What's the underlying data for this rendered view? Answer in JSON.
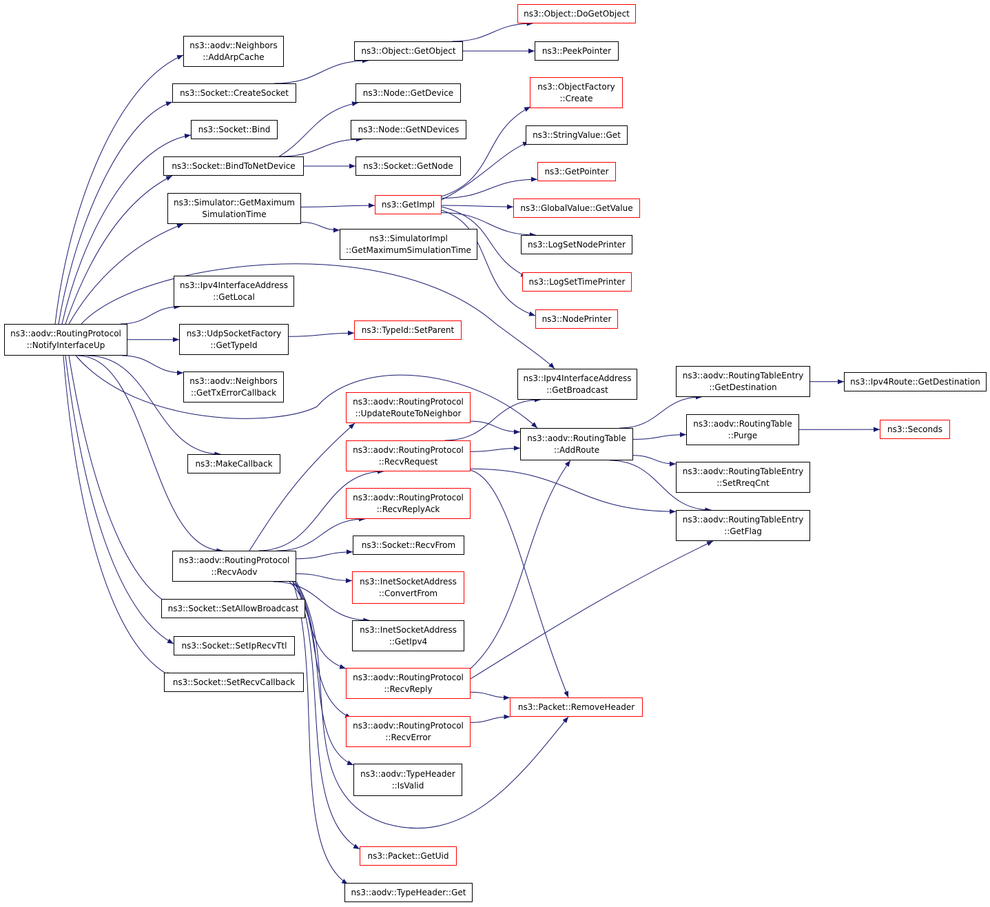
{
  "colors": {
    "edge": "#191970",
    "node_border": "#000000",
    "external_border": "#ff0000",
    "root_fill": "#bfbfbf"
  },
  "nodes": {
    "root": {
      "lines": [
        "ns3::aodv::RoutingProtocol",
        "::NotifyInterfaceUp"
      ],
      "style": "root"
    },
    "addArpCache": {
      "lines": [
        "ns3::aodv::Neighbors",
        "::AddArpCache"
      ],
      "style": "normal"
    },
    "createSocket": {
      "lines": [
        "ns3::Socket::CreateSocket"
      ],
      "style": "normal"
    },
    "bind": {
      "lines": [
        "ns3::Socket::Bind"
      ],
      "style": "normal"
    },
    "bindToNetDevice": {
      "lines": [
        "ns3::Socket::BindToNetDevice"
      ],
      "style": "normal"
    },
    "getMaxSimTime": {
      "lines": [
        "ns3::Simulator::GetMaximum",
        "SimulationTime"
      ],
      "style": "normal"
    },
    "ipv4GetLocal": {
      "lines": [
        "ns3::Ipv4InterfaceAddress",
        "::GetLocal"
      ],
      "style": "normal"
    },
    "udpGetTypeId": {
      "lines": [
        "ns3::UdpSocketFactory",
        "::GetTypeId"
      ],
      "style": "normal"
    },
    "getTxErrorCb": {
      "lines": [
        "ns3::aodv::Neighbors",
        "::GetTxErrorCallback"
      ],
      "style": "normal"
    },
    "makeCallback": {
      "lines": [
        "ns3::MakeCallback"
      ],
      "style": "normal"
    },
    "recvAodv": {
      "lines": [
        "ns3::aodv::RoutingProtocol",
        "::RecvAodv"
      ],
      "style": "normal"
    },
    "setAllowBroadcast": {
      "lines": [
        "ns3::Socket::SetAllowBroadcast"
      ],
      "style": "normal"
    },
    "setIpRecvTtl": {
      "lines": [
        "ns3::Socket::SetIpRecvTtl"
      ],
      "style": "normal"
    },
    "setRecvCallback": {
      "lines": [
        "ns3::Socket::SetRecvCallback"
      ],
      "style": "normal"
    },
    "objectGetObject": {
      "lines": [
        "ns3::Object::GetObject"
      ],
      "style": "normal"
    },
    "nodeGetDevice": {
      "lines": [
        "ns3::Node::GetDevice"
      ],
      "style": "normal"
    },
    "nodeGetNDevices": {
      "lines": [
        "ns3::Node::GetNDevices"
      ],
      "style": "normal"
    },
    "socketGetNode": {
      "lines": [
        "ns3::Socket::GetNode"
      ],
      "style": "normal"
    },
    "getImpl": {
      "lines": [
        "ns3::GetImpl"
      ],
      "style": "red"
    },
    "simImplGetMax": {
      "lines": [
        "ns3::SimulatorImpl",
        "::GetMaximumSimulationTime"
      ],
      "style": "normal"
    },
    "typeIdSetParent": {
      "lines": [
        "ns3::TypeId::SetParent"
      ],
      "style": "red"
    },
    "updateRouteToNeighbor": {
      "lines": [
        "ns3::aodv::RoutingProtocol",
        "::UpdateRouteToNeighbor"
      ],
      "style": "red"
    },
    "recvRequest": {
      "lines": [
        "ns3::aodv::RoutingProtocol",
        "::RecvRequest"
      ],
      "style": "red"
    },
    "recvReplyAck": {
      "lines": [
        "ns3::aodv::RoutingProtocol",
        "::RecvReplyAck"
      ],
      "style": "red"
    },
    "socketRecvFrom": {
      "lines": [
        "ns3::Socket::RecvFrom"
      ],
      "style": "normal"
    },
    "inetConvertFrom": {
      "lines": [
        "ns3::InetSocketAddress",
        "::ConvertFrom"
      ],
      "style": "red"
    },
    "inetGetIpv4": {
      "lines": [
        "ns3::InetSocketAddress",
        "::GetIpv4"
      ],
      "style": "normal"
    },
    "recvReply": {
      "lines": [
        "ns3::aodv::RoutingProtocol",
        "::RecvReply"
      ],
      "style": "red"
    },
    "recvError": {
      "lines": [
        "ns3::aodv::RoutingProtocol",
        "::RecvError"
      ],
      "style": "red"
    },
    "typeHeaderIsValid": {
      "lines": [
        "ns3::aodv::TypeHeader",
        "::IsValid"
      ],
      "style": "normal"
    },
    "packetGetUid": {
      "lines": [
        "ns3::Packet::GetUid"
      ],
      "style": "red"
    },
    "typeHeaderGet": {
      "lines": [
        "ns3::aodv::TypeHeader::Get"
      ],
      "style": "normal"
    },
    "objectDoGetObject": {
      "lines": [
        "ns3::Object::DoGetObject"
      ],
      "style": "red"
    },
    "peekPointer": {
      "lines": [
        "ns3::PeekPointer"
      ],
      "style": "normal"
    },
    "objectFactoryCreate": {
      "lines": [
        "ns3::ObjectFactory",
        "::Create"
      ],
      "style": "red"
    },
    "stringValueGet": {
      "lines": [
        "ns3::StringValue::Get"
      ],
      "style": "normal"
    },
    "getPointer": {
      "lines": [
        "ns3::GetPointer"
      ],
      "style": "red"
    },
    "globalValueGetValue": {
      "lines": [
        "ns3::GlobalValue::GetValue"
      ],
      "style": "red"
    },
    "logSetNodePrinter": {
      "lines": [
        "ns3::LogSetNodePrinter"
      ],
      "style": "normal"
    },
    "logSetTimePrinter": {
      "lines": [
        "ns3::LogSetTimePrinter"
      ],
      "style": "red"
    },
    "nodePrinter": {
      "lines": [
        "ns3::NodePrinter"
      ],
      "style": "red"
    },
    "ipv4GetBroadcast": {
      "lines": [
        "ns3::Ipv4InterfaceAddress",
        "::GetBroadcast"
      ],
      "style": "normal"
    },
    "routingTableAddRoute": {
      "lines": [
        "ns3::aodv::RoutingTable",
        "::AddRoute"
      ],
      "style": "normal"
    },
    "packetRemoveHeader": {
      "lines": [
        "ns3::Packet::RemoveHeader"
      ],
      "style": "red"
    },
    "rteGetDestination": {
      "lines": [
        "ns3::aodv::RoutingTableEntry",
        "::GetDestination"
      ],
      "style": "normal"
    },
    "routingTablePurge": {
      "lines": [
        "ns3::aodv::RoutingTable",
        "::Purge"
      ],
      "style": "normal"
    },
    "rteSetRreqCnt": {
      "lines": [
        "ns3::aodv::RoutingTableEntry",
        "::SetRreqCnt"
      ],
      "style": "normal"
    },
    "rteGetFlag": {
      "lines": [
        "ns3::aodv::RoutingTableEntry",
        "::GetFlag"
      ],
      "style": "normal"
    },
    "ipv4RouteGetDestination": {
      "lines": [
        "ns3::Ipv4Route::GetDestination"
      ],
      "style": "normal"
    },
    "seconds": {
      "lines": [
        "ns3::Seconds"
      ],
      "style": "red"
    }
  },
  "edges": [
    [
      "root",
      "addArpCache"
    ],
    [
      "root",
      "createSocket"
    ],
    [
      "root",
      "bind"
    ],
    [
      "root",
      "bindToNetDevice"
    ],
    [
      "root",
      "getMaxSimTime"
    ],
    [
      "root",
      "ipv4GetBroadcast"
    ],
    [
      "root",
      "ipv4GetLocal"
    ],
    [
      "root",
      "udpGetTypeId"
    ],
    [
      "root",
      "getTxErrorCb"
    ],
    [
      "root",
      "routingTableAddRoute"
    ],
    [
      "root",
      "makeCallback"
    ],
    [
      "root",
      "recvAodv"
    ],
    [
      "root",
      "setAllowBroadcast"
    ],
    [
      "root",
      "setIpRecvTtl"
    ],
    [
      "root",
      "setRecvCallback"
    ],
    [
      "createSocket",
      "objectGetObject"
    ],
    [
      "objectGetObject",
      "objectDoGetObject"
    ],
    [
      "objectGetObject",
      "peekPointer"
    ],
    [
      "bindToNetDevice",
      "nodeGetDevice"
    ],
    [
      "bindToNetDevice",
      "nodeGetNDevices"
    ],
    [
      "bindToNetDevice",
      "socketGetNode"
    ],
    [
      "getMaxSimTime",
      "getImpl"
    ],
    [
      "getMaxSimTime",
      "simImplGetMax"
    ],
    [
      "getImpl",
      "objectFactoryCreate"
    ],
    [
      "getImpl",
      "stringValueGet"
    ],
    [
      "getImpl",
      "getPointer"
    ],
    [
      "getImpl",
      "globalValueGetValue"
    ],
    [
      "getImpl",
      "logSetNodePrinter"
    ],
    [
      "getImpl",
      "logSetTimePrinter"
    ],
    [
      "getImpl",
      "nodePrinter"
    ],
    [
      "udpGetTypeId",
      "typeIdSetParent"
    ],
    [
      "recvAodv",
      "updateRouteToNeighbor"
    ],
    [
      "recvAodv",
      "recvRequest"
    ],
    [
      "recvAodv",
      "recvReplyAck"
    ],
    [
      "recvAodv",
      "socketRecvFrom"
    ],
    [
      "recvAodv",
      "inetConvertFrom"
    ],
    [
      "recvAodv",
      "inetGetIpv4"
    ],
    [
      "recvAodv",
      "recvReply"
    ],
    [
      "recvAodv",
      "recvError"
    ],
    [
      "recvAodv",
      "typeHeaderIsValid"
    ],
    [
      "recvAodv",
      "packetRemoveHeader"
    ],
    [
      "recvAodv",
      "packetGetUid"
    ],
    [
      "recvAodv",
      "typeHeaderGet"
    ],
    [
      "updateRouteToNeighbor",
      "routingTableAddRoute"
    ],
    [
      "recvRequest",
      "ipv4GetBroadcast"
    ],
    [
      "recvRequest",
      "routingTableAddRoute"
    ],
    [
      "recvRequest",
      "rteGetFlag"
    ],
    [
      "recvRequest",
      "packetRemoveHeader"
    ],
    [
      "recvReply",
      "routingTableAddRoute"
    ],
    [
      "recvReply",
      "rteGetFlag"
    ],
    [
      "recvReply",
      "packetRemoveHeader"
    ],
    [
      "recvError",
      "packetRemoveHeader"
    ],
    [
      "routingTableAddRoute",
      "rteGetDestination"
    ],
    [
      "routingTableAddRoute",
      "routingTablePurge"
    ],
    [
      "routingTableAddRoute",
      "rteSetRreqCnt"
    ],
    [
      "routingTableAddRoute",
      "rteGetFlag"
    ],
    [
      "rteGetDestination",
      "ipv4RouteGetDestination"
    ],
    [
      "routingTablePurge",
      "seconds"
    ]
  ]
}
